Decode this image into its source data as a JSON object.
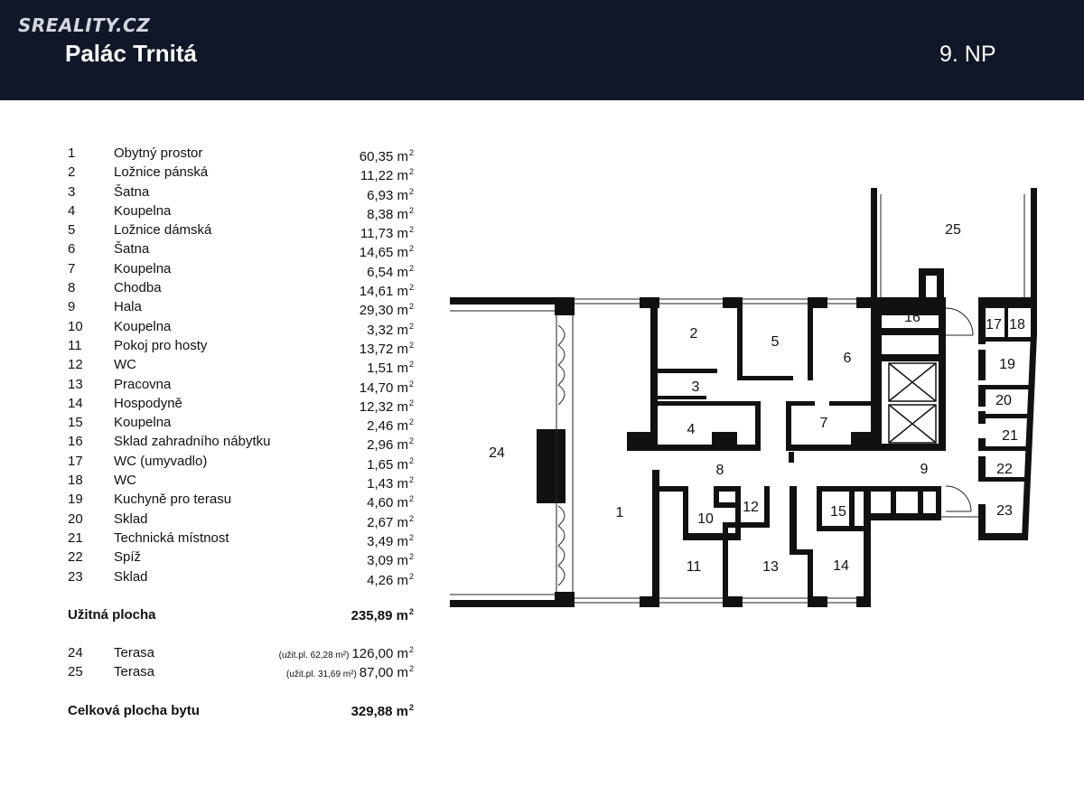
{
  "header": {
    "logo": "SREALITY.CZ",
    "title": "Palác Trnitá",
    "floor": "9. NP"
  },
  "unit": "m",
  "rooms": [
    {
      "n": "1",
      "name": "Obytný prostor",
      "area": "60,35 m"
    },
    {
      "n": "2",
      "name": "Ložnice pánská",
      "area": "11,22 m"
    },
    {
      "n": "3",
      "name": "Šatna",
      "area": "6,93 m"
    },
    {
      "n": "4",
      "name": "Koupelna",
      "area": "8,38 m"
    },
    {
      "n": "5",
      "name": "Ložnice dámská",
      "area": "11,73 m"
    },
    {
      "n": "6",
      "name": "Šatna",
      "area": "14,65 m"
    },
    {
      "n": "7",
      "name": "Koupelna",
      "area": "6,54 m"
    },
    {
      "n": "8",
      "name": "Chodba",
      "area": "14,61 m"
    },
    {
      "n": "9",
      "name": "Hala",
      "area": "29,30 m"
    },
    {
      "n": "10",
      "name": "Koupelna",
      "area": "3,32 m"
    },
    {
      "n": "11",
      "name": "Pokoj pro hosty",
      "area": "13,72 m"
    },
    {
      "n": "12",
      "name": "WC",
      "area": "1,51 m"
    },
    {
      "n": "13",
      "name": "Pracovna",
      "area": "14,70 m"
    },
    {
      "n": "14",
      "name": "Hospodyně",
      "area": "12,32 m"
    },
    {
      "n": "15",
      "name": "Koupelna",
      "area": "2,46 m"
    },
    {
      "n": "16",
      "name": "Sklad zahradního nábytku",
      "area": "2,96 m"
    },
    {
      "n": "17",
      "name": "WC (umyvadlo)",
      "area": "1,65 m"
    },
    {
      "n": "18",
      "name": "WC",
      "area": "1,43 m"
    },
    {
      "n": "19",
      "name": "Kuchyně pro terasu",
      "area": "4,60 m"
    },
    {
      "n": "20",
      "name": "Sklad",
      "area": "2,67 m"
    },
    {
      "n": "21",
      "name": "Technická místnost",
      "area": "3,49 m"
    },
    {
      "n": "22",
      "name": "Spíž",
      "area": "3,09 m"
    },
    {
      "n": "23",
      "name": "Sklad",
      "area": "4,26 m"
    }
  ],
  "usable": {
    "label": "Užitná plocha",
    "area": "235,89 m"
  },
  "terraces": [
    {
      "n": "24",
      "name": "Terasa",
      "note": "(užit.pl. 62,28 m²)",
      "area": "126,00 m"
    },
    {
      "n": "25",
      "name": "Terasa",
      "note": "(užit.pl. 31,69 m²)",
      "area": "87,00 m"
    }
  ],
  "total": {
    "label": "Celková plocha bytu",
    "area": "329,88 m"
  },
  "plan_labels": [
    "1",
    "2",
    "3",
    "4",
    "5",
    "6",
    "7",
    "8",
    "9",
    "10",
    "11",
    "12",
    "13",
    "14",
    "15",
    "16",
    "17",
    "18",
    "19",
    "20",
    "21",
    "22",
    "23",
    "24",
    "25"
  ]
}
